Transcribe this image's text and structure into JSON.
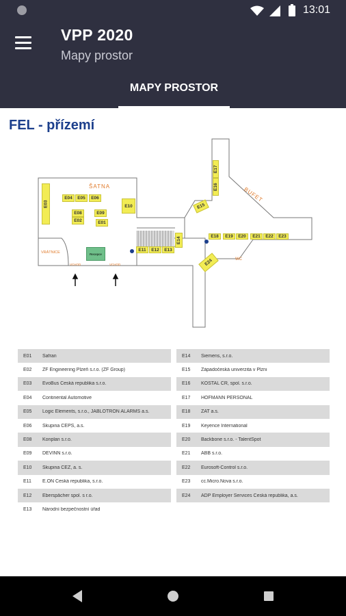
{
  "status_bar": {
    "time": "13:01"
  },
  "app_bar": {
    "title": "VPP 2020",
    "subtitle": "Mapy prostor"
  },
  "tabs": [
    {
      "label": "MAPY PROSTOR",
      "active": true
    }
  ],
  "map": {
    "title": "FEL - přízemí",
    "labels": {
      "satna": "ŠATNA",
      "bufet": "BUFET",
      "vratnice": "VRÁTNICE",
      "recepce": "Recepce",
      "wc": "WC",
      "vchod_left": "VCHOD",
      "vchod_right": "VCHOD"
    },
    "booths": [
      "E01",
      "E02",
      "E03",
      "E04",
      "E05",
      "E06",
      "E08",
      "E09",
      "E10",
      "E11",
      "E12",
      "E13",
      "E14",
      "E15",
      "E16",
      "E17",
      "E18",
      "E19",
      "E20",
      "E21",
      "E22",
      "E23",
      "E24"
    ]
  },
  "legend": {
    "left": [
      {
        "id": "E01",
        "name": "Safran"
      },
      {
        "id": "E02",
        "name": "ZF Engineering Plzeň s.r.o. (ZF Group)"
      },
      {
        "id": "E03",
        "name": "EvoBus Česká republika s.r.o."
      },
      {
        "id": "E04",
        "name": "Continental Automotive"
      },
      {
        "id": "E05",
        "name": "Logic Elements, s.r.o., JABLOTRON ALARMS a.s."
      },
      {
        "id": "E06",
        "name": "Skupina ČEPS, a.s."
      },
      {
        "id": "E08",
        "name": "Konplan s.r.o."
      },
      {
        "id": "E09",
        "name": "DEVINN s.r.o."
      },
      {
        "id": "E10",
        "name": "Skupina ČEZ, a. s."
      },
      {
        "id": "E11",
        "name": "E.ON Česká republika, s.r.o."
      },
      {
        "id": "E12",
        "name": "Eberspächer spol. s r.o."
      },
      {
        "id": "E13",
        "name": "Národní bezpečnostní úřad"
      }
    ],
    "right": [
      {
        "id": "E14",
        "name": "Siemens, s.r.o."
      },
      {
        "id": "E15",
        "name": "Západočeská univerzita v Plzni"
      },
      {
        "id": "E16",
        "name": "KOSTAL CR, spol. s.r.o."
      },
      {
        "id": "E17",
        "name": "HOFMANN PERSONAL"
      },
      {
        "id": "E18",
        "name": "ZAT a.s."
      },
      {
        "id": "E19",
        "name": "Keyence International"
      },
      {
        "id": "E20",
        "name": "Backbone s.r.o. - TalentSpot"
      },
      {
        "id": "E21",
        "name": "ABB s.r.o."
      },
      {
        "id": "E22",
        "name": "Eurosoft-Control s.r.o."
      },
      {
        "id": "E23",
        "name": "cc.Micro.Nova s.r.o."
      },
      {
        "id": "E24",
        "name": "ADP Employer Services Česká republika, a.s."
      }
    ]
  },
  "icons": {
    "menu": "hamburger-menu-icon",
    "wifi": "wifi-icon",
    "signal": "signal-icon",
    "battery": "battery-icon",
    "back": "back-triangle-icon",
    "home": "home-circle-icon",
    "recents": "recents-square-icon"
  },
  "colors": {
    "app_bar": "#2f3040",
    "title_blue": "#1c3f8c",
    "booth_yellow": "#f2ec54",
    "label_orange": "#e07a2a",
    "recepce_green": "#6fbf8a"
  }
}
